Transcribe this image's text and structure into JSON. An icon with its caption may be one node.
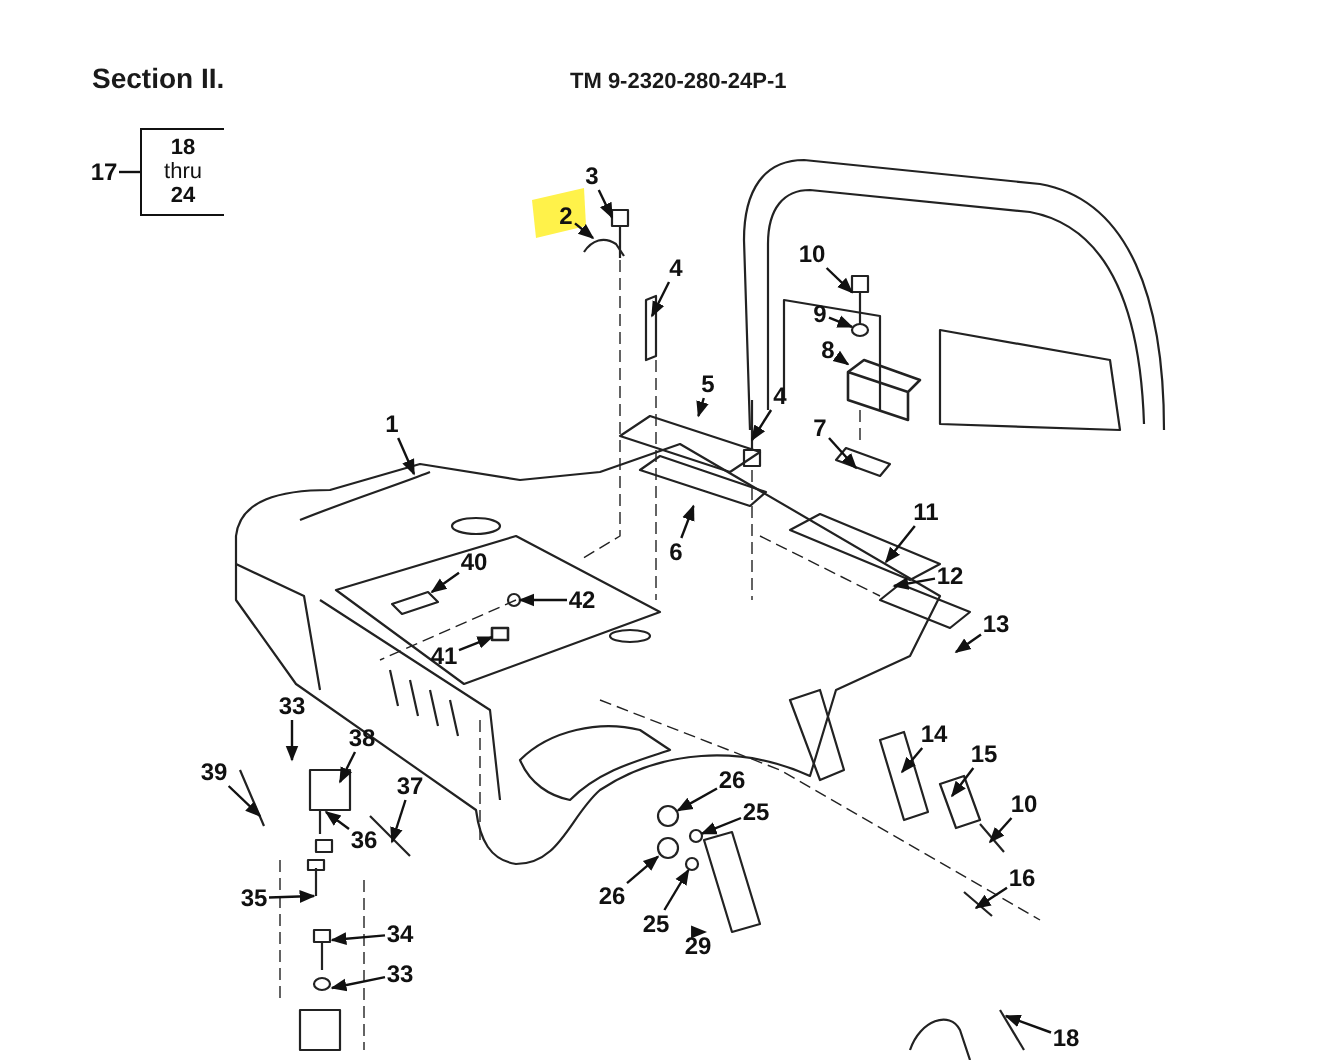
{
  "diagram": {
    "nodes": [
      {
        "text": [
          "17"
        ]
      },
      {
        "text": [
          "**18** thru **24**"
        ]
      },
      {
        "text": [
          "3"
        ]
      },
      {
        "text": [
          "2"
        ]
      },
      {
        "text": [
          "4"
        ]
      },
      {
        "text": [
          "10"
        ]
      },
      {
        "text": [
          "9"
        ]
      },
      {
        "text": [
          "8"
        ]
      },
      {
        "text": [
          "1"
        ]
      },
      {
        "text": [
          "5"
        ]
      },
      {
        "text": [
          "4"
        ]
      },
      {
        "text": [
          "7"
        ]
      },
      {
        "text": [
          "11"
        ]
      },
      {
        "text": [
          "6"
        ]
      },
      {
        "text": [
          "12"
        ]
      },
      {
        "text": [
          "40"
        ]
      },
      {
        "text": [
          "42"
        ]
      },
      {
        "text": [
          "13"
        ]
      },
      {
        "text": [
          "41"
        ]
      },
      {
        "text": [
          "33"
        ]
      },
      {
        "text": [
          "14"
        ]
      },
      {
        "text": [
          "38"
        ]
      },
      {
        "text": [
          "15"
        ]
      },
      {
        "text": [
          "39"
        ]
      },
      {
        "text": [
          "26"
        ]
      },
      {
        "text": [
          "37"
        ]
      },
      {
        "text": [
          "25"
        ]
      },
      {
        "text": [
          "10"
        ]
      },
      {
        "text": [
          "36"
        ]
      },
      {
        "text": [
          "26"
        ]
      },
      {
        "text": [
          "16"
        ]
      },
      {
        "text": [
          "35"
        ]
      },
      {
        "text": [
          "25"
        ]
      },
      {
        "text": [
          "34"
        ]
      },
      {
        "text": [
          "29"
        ]
      },
      {
        "text": [
          "33"
        ]
      },
      {
        "text": [
          "18"
        ]
      },
      {
        "text": [],
        "shape": "picture"
      },
      {
        "text": [],
        "shape": "picture"
      },
      {
        "text": [],
        "shape": "picture"
      },
      {
        "text": [],
        "shape": "box"
      },
      {
        "text": [],
        "shape": "circle"
      },
      {
        "text": [],
        "shape": "picture"
      },
      {
        "text": [],
        "shape": "picture"
      },
      {
        "text": [],
        "shape": "picture"
      },
      {
        "text": [],
        "shape": "picture"
      },
      {
        "text": [],
        "shape": "box"
      },
      {
        "text": [],
        "shape": "circle"
      },
      {
        "text": [],
        "shape": "circle"
      },
      {
        "text": [],
        "shape": "circle"
      },
      {
        "text": [],
        "shape": "circle"
      },
      {
        "text": [],
        "shape": "circle"
      }
    ],
    "edges": [
      {
        "from": 0,
        "to": 1,
        "arrow": "none"
      },
      {
        "from": 2,
        "to": 37,
        "arrow": "to"
      },
      {
        "from": 3,
        "to": 38,
        "arrow": "to"
      },
      {
        "from": 4,
        "to": null,
        "arrow": "to"
      },
      {
        "from": 5,
        "to": 39,
        "arrow": "to"
      },
      {
        "from": 6,
        "to": 51,
        "arrow": "to"
      },
      {
        "from": 7,
        "to": 40,
        "arrow": "to"
      },
      {
        "from": 8,
        "to": null,
        "arrow": "to"
      },
      {
        "from": 9,
        "to": 43,
        "arrow": "to"
      },
      {
        "from": 10,
        "to": null,
        "arrow": "to"
      },
      {
        "from": 11,
        "to": null,
        "arrow": "to"
      },
      {
        "from": 12,
        "to": null,
        "arrow": "to"
      },
      {
        "from": 13,
        "to": 44,
        "arrow": "to"
      },
      {
        "from": 14,
        "to": null,
        "arrow": "to"
      },
      {
        "from": 15,
        "to": 45,
        "arrow": "to"
      },
      {
        "from": 16,
        "to": 47,
        "arrow": "to"
      },
      {
        "from": 17,
        "to": null,
        "arrow": "to"
      },
      {
        "from": 18,
        "to": 46,
        "arrow": "to"
      },
      {
        "from": 19,
        "to": null,
        "arrow": "to"
      },
      {
        "from": 20,
        "to": null,
        "arrow": "to"
      },
      {
        "from": 21,
        "to": null,
        "arrow": "to"
      },
      {
        "from": 22,
        "to": null,
        "arrow": "to"
      },
      {
        "from": 23,
        "to": null,
        "arrow": "to"
      },
      {
        "from": 24,
        "to": 48,
        "arrow": "to"
      },
      {
        "from": 25,
        "to": null,
        "arrow": "to"
      },
      {
        "from": 26,
        "to": 41,
        "arrow": "to"
      },
      {
        "from": 27,
        "to": null,
        "arrow": "to"
      },
      {
        "from": 28,
        "to": null,
        "arrow": "to"
      },
      {
        "from": 29,
        "to": 49,
        "arrow": "to"
      },
      {
        "from": 30,
        "to": null,
        "arrow": "to"
      },
      {
        "from": 31,
        "to": null,
        "arrow": "to"
      },
      {
        "from": 32,
        "to": 50,
        "arrow": "to"
      },
      {
        "from": 33,
        "to": null,
        "arrow": "to"
      },
      {
        "from": 34,
        "to": 42,
        "arrow": "to"
      },
      {
        "from": 35,
        "to": null,
        "arrow": "to"
      },
      {
        "from": 36,
        "to": null,
        "arrow": "to"
      }
    ],
    "labels": [
      "Section II.",
      "TM 9-2320-280-24P-1"
    ]
  }
}
